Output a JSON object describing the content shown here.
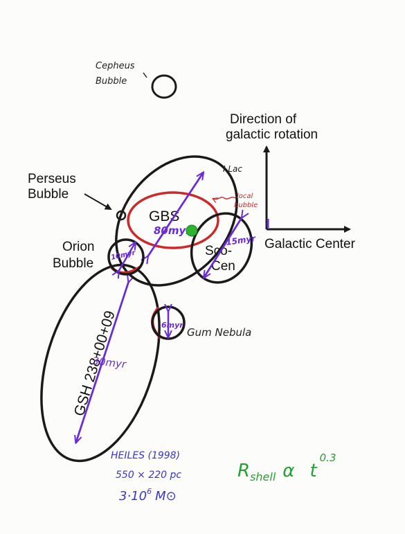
{
  "labels": {
    "cepheus": [
      "Cepheus",
      "Bubble"
    ],
    "direction": [
      "Direction of",
      "galactic rotation"
    ],
    "galactic_center": "Galactic Center",
    "perseus": [
      "Perseus",
      "Bubble"
    ],
    "i_lac": "I Lac",
    "local_bubble": [
      "local",
      "bubble"
    ],
    "gbs": "GBS",
    "gbs_age": "80myr",
    "orion": [
      "Orion",
      "Bubble"
    ],
    "orion_age": "10myr",
    "scocen": [
      "Sco-",
      "Cen"
    ],
    "scocen_age": "15myr",
    "gum": "Gum Nebula",
    "gum_age": "6myr",
    "gsh": "GSH 238+00+09",
    "gsh_age": "30myr"
  },
  "annotations": {
    "reference": "HEILES (1998)",
    "size": "550 × 220 pc",
    "mass_base": "3·10",
    "mass_exp": "6",
    "mass_unit": "M⊙",
    "relation_r": "R",
    "relation_sub": "shell",
    "relation_prop": "α",
    "relation_t": "t",
    "relation_exp": "0.3"
  },
  "colors": {
    "outline": "#1a1a1a",
    "local_bubble": "#cc2a2a",
    "age_arrows": "#6a2bd6",
    "relation": "#23a132",
    "sun": "#2bb530",
    "annotation_blue": "#3a36c8"
  }
}
